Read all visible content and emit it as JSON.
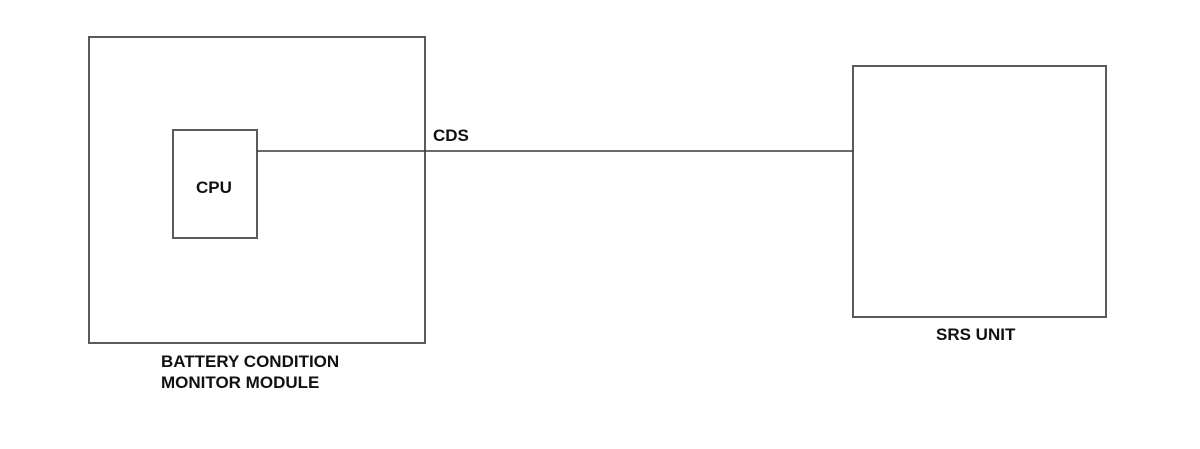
{
  "diagram": {
    "bcm_label_line1": "BATTERY CONDITION",
    "bcm_label_line2": "MONITOR MODULE",
    "cpu_label": "CPU",
    "connection_label": "CDS",
    "srs_label": "SRS UNIT"
  },
  "colors": {
    "stroke": "#5a5a5a",
    "text": "#111111"
  }
}
